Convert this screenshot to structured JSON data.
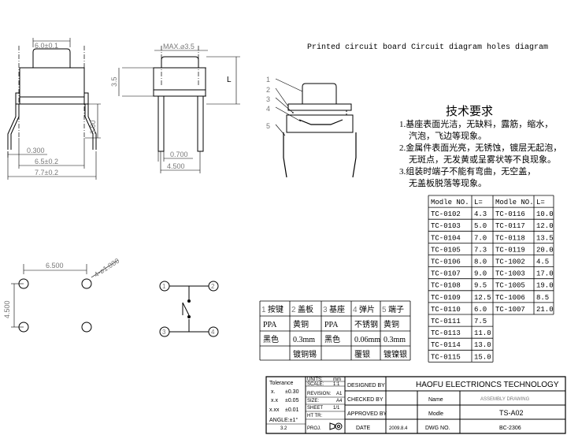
{
  "header": "Printed   circuit board   Circuit diagram holes diagram",
  "front_view": {
    "width_top": "6.0±0.1",
    "pin_spacing_inner": "0.300",
    "body_width": "6.5±0.2",
    "overall_width": "7.7±0.2",
    "pin_height": "3.00"
  },
  "side_view": {
    "cap_diameter": "MAX.⌀3.5",
    "height_letter": "L",
    "body_height": "3.5",
    "pin_width": "0.700",
    "pin_spacing": "4.500"
  },
  "exploded_view": {
    "callouts": [
      "1",
      "2",
      "3",
      "4",
      "5"
    ]
  },
  "tech_req": {
    "title": "技术要求",
    "items": [
      "1.基座表面光洁，无缺料，露筋，缩水，",
      "汽泡，飞边等现象。",
      "2.金属件表面光亮，无锈蚀，镀层无起泡，",
      "无斑点，无发黄或呈雾状等不良现象。",
      "3.组装时端子不能有弯曲，无空盖，",
      "无盖板脱落等现象。"
    ]
  },
  "models_table": {
    "headers": [
      "Modle NO.",
      "L=",
      "Modle NO.",
      "L="
    ],
    "rows": [
      [
        "TC-0102",
        "4.3",
        "TC-0116",
        "10.0"
      ],
      [
        "TC-0103",
        "5.0",
        "TC-0117",
        "12.0"
      ],
      [
        "TC-0104",
        "7.0",
        "TC-0118",
        "13.5"
      ],
      [
        "TC-0105",
        "7.3",
        "TC-0119",
        "20.0"
      ],
      [
        "TC-0106",
        "8.0",
        "TC-1002",
        "4.5"
      ],
      [
        "TC-0107",
        "9.0",
        "TC-1003",
        "17.0"
      ],
      [
        "TC-0108",
        "9.5",
        "TC-1005",
        "19.0"
      ],
      [
        "TC-0109",
        "12.5",
        "TC-1006",
        "8.5"
      ],
      [
        "TC-0110",
        "6.0",
        "TC-1007",
        "21.0"
      ],
      [
        "TC-0111",
        "7.5",
        "",
        ""
      ],
      [
        "TC-0113",
        "11.0",
        "",
        ""
      ],
      [
        "TC-0114",
        "13.0",
        "",
        ""
      ],
      [
        "TC-0115",
        "15.0",
        "",
        ""
      ]
    ]
  },
  "pcb": {
    "spacing_x": "6.500",
    "hole_diameter": "4-⌀1.000",
    "spacing_y": "4.500"
  },
  "circuit": {
    "pins": [
      "1",
      "2",
      "3",
      "4"
    ]
  },
  "parts_table": {
    "headers": [
      {
        "num": "1",
        "name": "按键"
      },
      {
        "num": "2",
        "name": "盖板"
      },
      {
        "num": "3",
        "name": "基座"
      },
      {
        "num": "4",
        "name": "弹片"
      },
      {
        "num": "5",
        "name": "端子"
      }
    ],
    "material": [
      "PPA",
      "黄铜",
      "PPA",
      "不锈钢",
      "黄铜"
    ],
    "color": [
      "黑色",
      "0.3mm",
      "黑色",
      "0.06mm",
      "0.3mm"
    ],
    "finish": [
      "",
      "镀铜锡",
      "",
      "覆银",
      "镀镍银"
    ]
  },
  "title_block": {
    "tolerance_label": "Tolerance",
    "tol_rows": [
      {
        "k": "x.",
        "v": "±0.30"
      },
      {
        "k": "x.x",
        "v": "±0.05"
      },
      {
        "k": "x.xx",
        "v": "±0.01"
      }
    ],
    "angle": "ANGLE:±1°",
    "angle_sub": "3.2",
    "units_label": "UNITS:",
    "units_val": "mm",
    "scale_label": "SCALE:",
    "scale_val": "1:1",
    "revision_label": "REVISION:",
    "revision_val": "A1",
    "size_label": "SIZE:",
    "size_val": "A4",
    "sheet_label": "SHEET",
    "sheet_val": "1/1",
    "httr_label": "HT TR:",
    "proj_label": "PROJ.",
    "designed_by": "DESIGNED BY",
    "checked_by": "CHECKED BY",
    "approved_by": "APPROVED BY",
    "date_label": "DATE",
    "date_val": "2009.8.4",
    "dwg_label": "DWG NO.",
    "company": "HAOFU ELECTRIONCS TECHNOLOGY",
    "name_label": "Name",
    "name_val": "ASSEMBLY DRAWING",
    "model_label": "Modle",
    "model_val": "TS-A02",
    "dwg_val": "BC-2306"
  }
}
